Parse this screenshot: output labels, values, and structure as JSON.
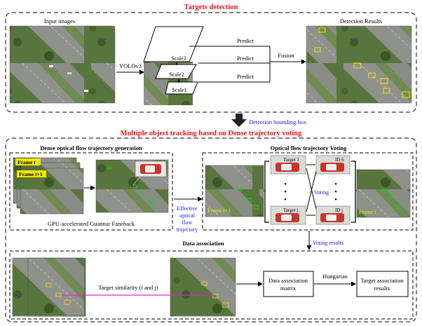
{
  "sections": {
    "top_title": "Targets detection",
    "middle_title": "Multiple object tracking based on Dense trajectory voting"
  },
  "detection": {
    "input_label": "Input images",
    "model_label": "YOLOv3",
    "scales": [
      "Scale3",
      "Scale2",
      "Scale1"
    ],
    "predict_labels": [
      "Predict",
      "Predict",
      "Predict"
    ],
    "fusion_label": "Fusion",
    "results_label": "Detection Results",
    "bbox_link_label": "Detection bounding box"
  },
  "optical_flow": {
    "title": "Dense optical flow trajectory generation",
    "frame_t": "Frame t",
    "frame_t1": "Frame t+1",
    "caption": "GPU-accelerated Guannar Faneback",
    "effective_label_lines": [
      "Effective",
      "optical",
      "flow",
      "trajectory"
    ]
  },
  "voting": {
    "title": "Optical flow trajectory Voting",
    "frame_t1": "Frame t+1",
    "target_1": "Target 1",
    "target_i": "Target i",
    "id_6": "ID 6",
    "id_j": "ID j",
    "dots": "•",
    "voting_label": "Voting",
    "frame_t": "Frame t",
    "results_label": "Voting results"
  },
  "association": {
    "title": "Data association",
    "similarity_label": "Target similarity (i and j)",
    "matrix_box_lines": [
      "Data association",
      "matrix"
    ],
    "hungarian_label": "Hungarian",
    "results_box_lines": [
      "Target association",
      "results"
    ]
  },
  "colors": {
    "title_red": "#e8141b",
    "label_blue": "#1a1acc",
    "frame_yellow": "#f2e600",
    "similarity_magenta": "#e020e0",
    "aerial_green": "#5f7d45",
    "road_gray": "#8d8f8a",
    "detection_box": "#f2e600",
    "flow_green": "#1fd11f"
  }
}
